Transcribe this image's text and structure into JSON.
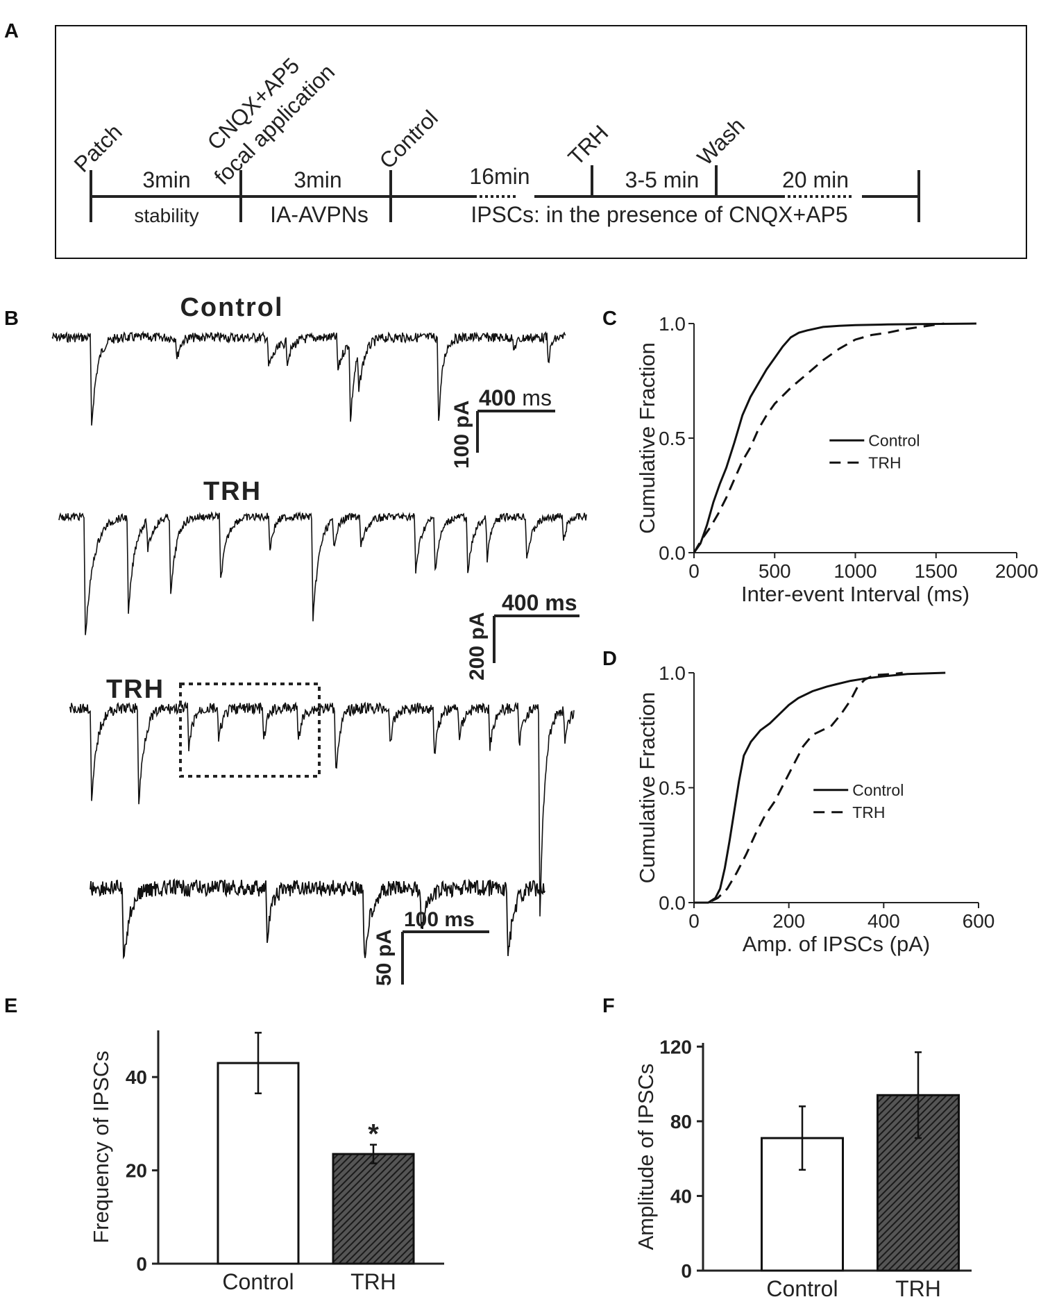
{
  "panels": {
    "a": "A",
    "b": "B",
    "c": "C",
    "d": "D",
    "e": "E",
    "f": "F"
  },
  "protocol": {
    "events": [
      "Patch",
      "CNQX+AP5 focal application",
      "Control",
      "TRH",
      "Wash"
    ],
    "cnqx_line1": "CNQX+AP5",
    "cnqx_line2": "focal application",
    "durations": [
      "3min",
      "3min",
      "16min",
      "3-5 min",
      "20 min"
    ],
    "phases": [
      "stability",
      "IA-AVPNs",
      "IPSCs: in the presence of CNQX+AP5"
    ]
  },
  "traces": {
    "trace1": {
      "title": "Control",
      "scale_current": "100 pA",
      "scale_time_num": "400",
      "scale_time_unit": "ms"
    },
    "trace2": {
      "title": "TRH",
      "scale_current": "200 pA",
      "scale_time": "400 ms"
    },
    "trace3": {
      "title": "TRH"
    },
    "trace3_zoom": {
      "scale_current": "50 pA",
      "scale_time": "100 ms"
    }
  },
  "chart_data": [
    {
      "panel": "C",
      "type": "line",
      "xlabel": "Inter-event Interval (ms)",
      "ylabel": "Cumulative Fraction",
      "xlim": [
        0,
        2000
      ],
      "ylim": [
        0,
        1.0
      ],
      "xticks": [
        "0",
        "500",
        "1000",
        "1500",
        "2000"
      ],
      "yticks": [
        "0.0",
        "0.5",
        "1.0"
      ],
      "legend": "center-right",
      "series": [
        {
          "name": "Control",
          "style": "solid",
          "x": [
            0,
            40,
            80,
            120,
            160,
            200,
            250,
            300,
            350,
            400,
            450,
            500,
            550,
            600,
            650,
            700,
            800,
            900,
            1000,
            1200,
            1400,
            1750
          ],
          "y": [
            0,
            0.04,
            0.12,
            0.22,
            0.3,
            0.37,
            0.48,
            0.6,
            0.68,
            0.74,
            0.8,
            0.85,
            0.9,
            0.94,
            0.96,
            0.97,
            0.985,
            0.99,
            0.993,
            0.996,
            0.998,
            1.0
          ]
        },
        {
          "name": "TRH",
          "style": "dashed",
          "x": [
            0,
            50,
            100,
            150,
            200,
            250,
            300,
            350,
            400,
            450,
            500,
            600,
            700,
            800,
            900,
            1000,
            1100,
            1200,
            1300,
            1400,
            1500,
            1550
          ],
          "y": [
            0,
            0.06,
            0.11,
            0.17,
            0.24,
            0.32,
            0.4,
            0.46,
            0.54,
            0.6,
            0.65,
            0.72,
            0.78,
            0.84,
            0.89,
            0.93,
            0.95,
            0.96,
            0.975,
            0.985,
            0.995,
            1.0
          ]
        }
      ]
    },
    {
      "panel": "D",
      "type": "line",
      "xlabel": "Amp. of IPSCs (pA)",
      "ylabel": "Cumulative Fraction",
      "xlim": [
        0,
        600
      ],
      "ylim": [
        0,
        1.0
      ],
      "xticks": [
        "0",
        "200",
        "400",
        "600"
      ],
      "yticks": [
        "0.0",
        "0.5",
        "1.0"
      ],
      "legend": "center-right",
      "series": [
        {
          "name": "Control",
          "style": "solid",
          "x": [
            0,
            30,
            45,
            55,
            65,
            75,
            85,
            95,
            105,
            120,
            140,
            160,
            180,
            200,
            220,
            250,
            280,
            300,
            330,
            360,
            400,
            450,
            530
          ],
          "y": [
            0,
            0,
            0.02,
            0.06,
            0.15,
            0.27,
            0.4,
            0.53,
            0.64,
            0.7,
            0.75,
            0.78,
            0.82,
            0.86,
            0.89,
            0.92,
            0.94,
            0.95,
            0.965,
            0.975,
            0.985,
            0.995,
            1.0
          ]
        },
        {
          "name": "TRH",
          "style": "dashed",
          "x": [
            0,
            30,
            50,
            70,
            90,
            110,
            130,
            150,
            170,
            190,
            210,
            230,
            250,
            270,
            290,
            310,
            330,
            345,
            360,
            380,
            420,
            440
          ],
          "y": [
            0,
            0,
            0.02,
            0.06,
            0.13,
            0.21,
            0.3,
            0.38,
            0.44,
            0.52,
            0.6,
            0.68,
            0.73,
            0.75,
            0.77,
            0.82,
            0.88,
            0.94,
            0.97,
            0.99,
            0.995,
            1.0
          ]
        }
      ]
    },
    {
      "panel": "E",
      "type": "bar",
      "ylabel": "Frequency of IPSCs",
      "ylim": [
        0,
        50
      ],
      "yticks": [
        "0",
        "20",
        "40"
      ],
      "categories": [
        "Control",
        "TRH"
      ],
      "values": [
        43,
        23.5
      ],
      "errors": [
        6.5,
        2
      ],
      "annotations": [
        "*"
      ]
    },
    {
      "panel": "F",
      "type": "bar",
      "ylabel": "Amplitude of IPSCs",
      "ylim": [
        0,
        122
      ],
      "yticks": [
        "0",
        "40",
        "80",
        "120"
      ],
      "categories": [
        "Control",
        "TRH"
      ],
      "values": [
        71,
        94
      ],
      "errors": [
        17,
        23
      ]
    }
  ]
}
